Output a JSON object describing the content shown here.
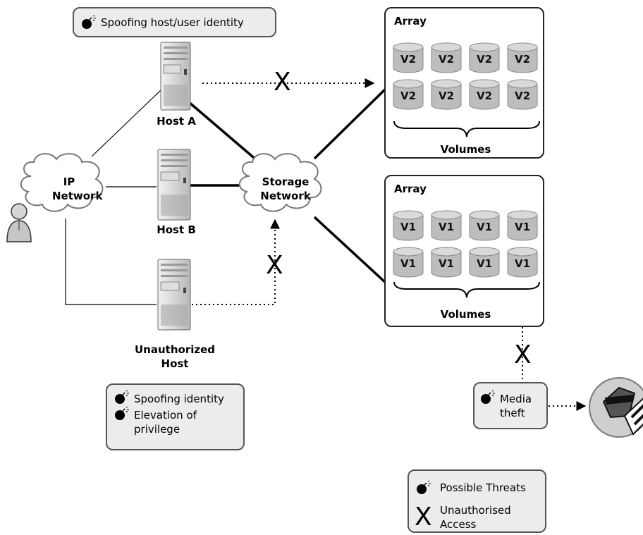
{
  "top_threat": {
    "text": "Spoofing host/user identity"
  },
  "hosts": {
    "a": "Host A",
    "b": "Host B",
    "unauthorized": "Unauthorized Host"
  },
  "clouds": {
    "ip": "IP Network",
    "storage": "Storage Network"
  },
  "arrays": [
    {
      "title": "Array",
      "volume_label": "V2",
      "footer": "Volumes"
    },
    {
      "title": "Array",
      "volume_label": "V1",
      "footer": "Volumes"
    }
  ],
  "unauth_threats": [
    "Spoofing identity",
    "Elevation of privilege"
  ],
  "media_threat": "Media theft",
  "legend": {
    "threats": "Possible Threats",
    "unauth": "Unauthorised Access",
    "x_symbol": "X"
  },
  "colors": {
    "box_fill": "#ececec",
    "box_border": "#555555",
    "volume": "#bdbdbd"
  }
}
